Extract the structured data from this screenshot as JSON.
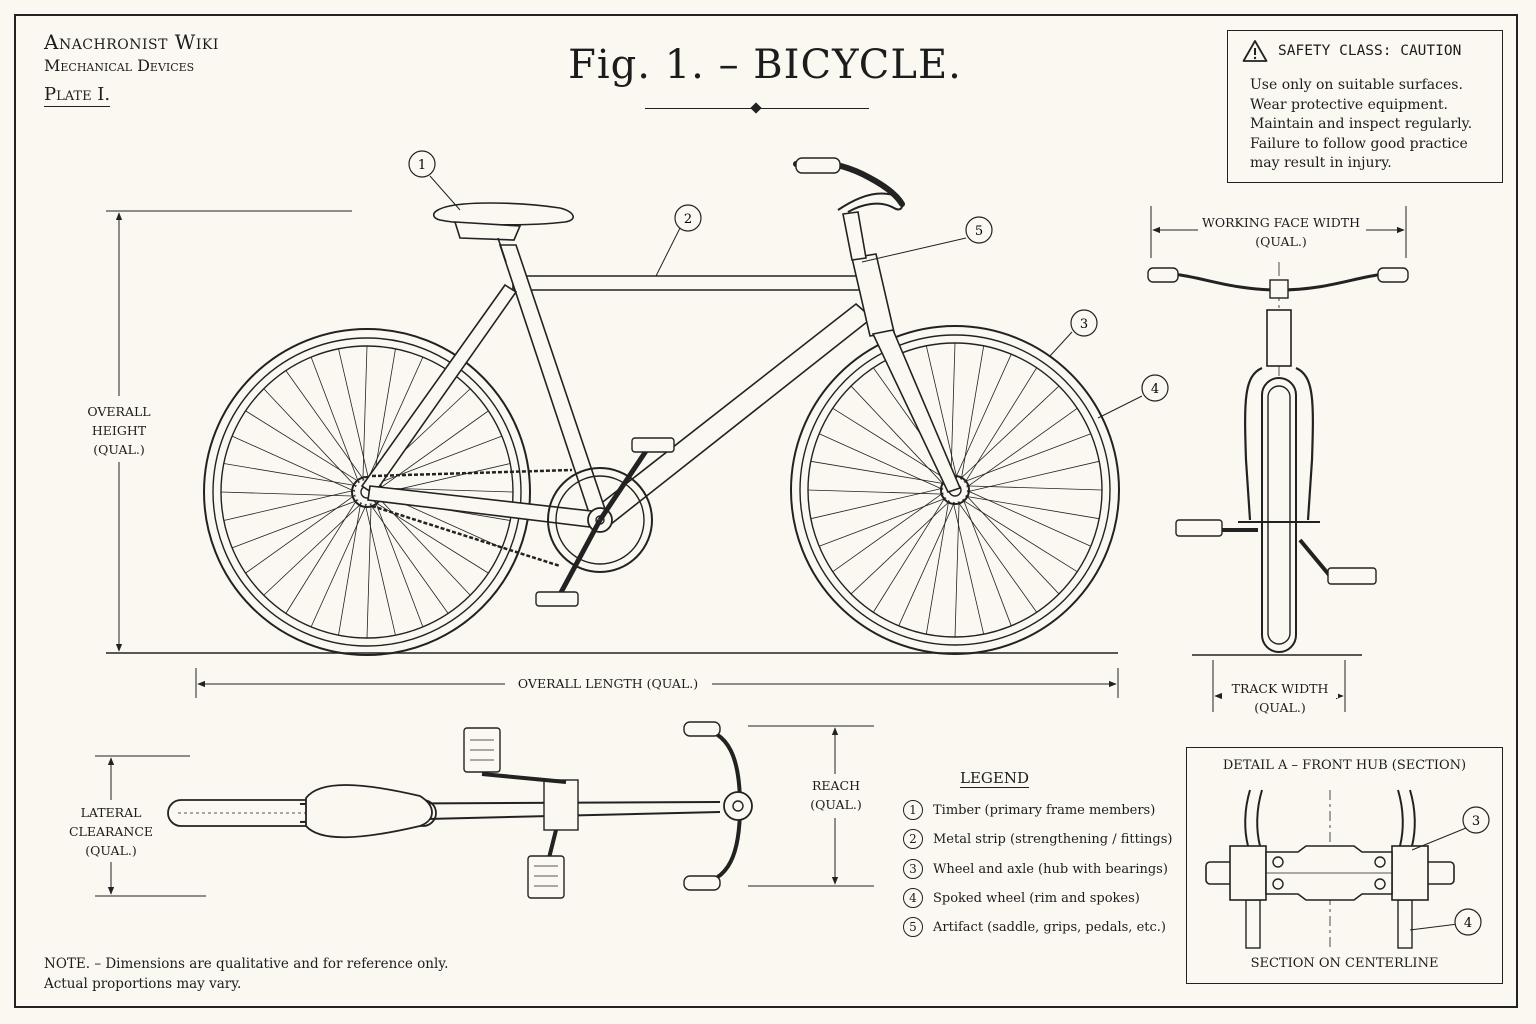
{
  "header": {
    "title": "Anachronist Wiki",
    "subtitle": "Mechanical Devices",
    "plate": "Plate I."
  },
  "figure": {
    "title": "Fig. 1. – BICYCLE."
  },
  "safety": {
    "icon": "warning-triangle-icon",
    "title": "SAFETY CLASS: CAUTION",
    "lines": [
      "Use only on suitable surfaces.",
      "Wear protective equipment.",
      "Maintain and inspect regularly.",
      "Failure to follow good practice",
      "may result in injury."
    ]
  },
  "dimensions": {
    "overall_height": [
      "OVERALL",
      "HEIGHT",
      "(QUAL.)"
    ],
    "overall_length": "OVERALL LENGTH (QUAL.)",
    "working_face_width": [
      "WORKING FACE WIDTH",
      "(QUAL.)"
    ],
    "track_width": [
      "TRACK WIDTH",
      "(QUAL.)"
    ],
    "lateral_clearance": [
      "LATERAL",
      "CLEARANCE",
      "(QUAL.)"
    ],
    "reach": [
      "REACH",
      "(QUAL.)"
    ]
  },
  "callouts": [
    "1",
    "2",
    "3",
    "4",
    "5"
  ],
  "legend": {
    "title": "LEGEND",
    "items": [
      {
        "num": "1",
        "label": "Timber  (primary frame members)"
      },
      {
        "num": "2",
        "label": "Metal strip  (strengthening / fittings)"
      },
      {
        "num": "3",
        "label": "Wheel and axle  (hub with bearings)"
      },
      {
        "num": "4",
        "label": "Spoked wheel  (rim and spokes)"
      },
      {
        "num": "5",
        "label": "Artifact  (saddle, grips, pedals, etc.)"
      }
    ]
  },
  "detail": {
    "title": "DETAIL A – FRONT HUB (SECTION)",
    "footer": "SECTION ON CENTERLINE",
    "callouts": [
      "3",
      "4"
    ]
  },
  "note": {
    "line1": "NOTE. – Dimensions are qualitative and for reference only.",
    "line2": "Actual proportions may vary."
  }
}
